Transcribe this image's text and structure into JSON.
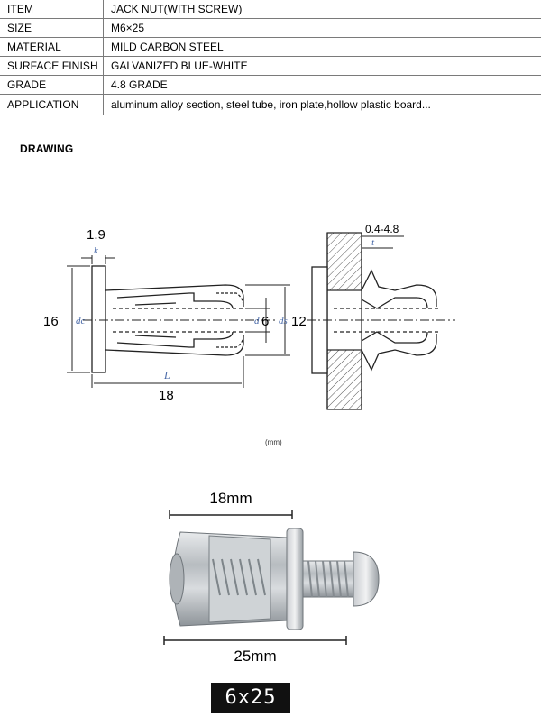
{
  "specs": [
    {
      "key": "ITEM",
      "value": "JACK NUT(WITH SCREW)"
    },
    {
      "key": "SIZE",
      "value": "M6×25"
    },
    {
      "key": "MATERIAL",
      "value": "MILD CARBON STEEL"
    },
    {
      "key": "SURFACE FINISH",
      "value": "GALVANIZED BLUE-WHITE"
    },
    {
      "key": "GRADE",
      "value": "4.8 GRADE"
    },
    {
      "key": "APPLICATION",
      "value": "aluminum alloy section, steel tube, iron plate,hollow plastic board..."
    }
  ],
  "drawing_label": "DRAWING",
  "drawing": {
    "k_value": "1.9",
    "k_symbol": "k",
    "dc_value": "16",
    "dc_symbol": "dc",
    "d_value": "6",
    "d_symbol": "d",
    "ds_value": "12",
    "ds_symbol": "ds",
    "L_symbol": "L",
    "L_value": "18",
    "t_range": "0.4-4.8",
    "t_symbol": "t",
    "unit": "(mm)"
  },
  "photo": {
    "top_dim": "18mm",
    "bottom_dim": "25mm"
  },
  "size_badge": "6x25",
  "colors": {
    "line": "#222222",
    "dim_blue": "#4a6aa8",
    "badge_bg": "#111111"
  }
}
